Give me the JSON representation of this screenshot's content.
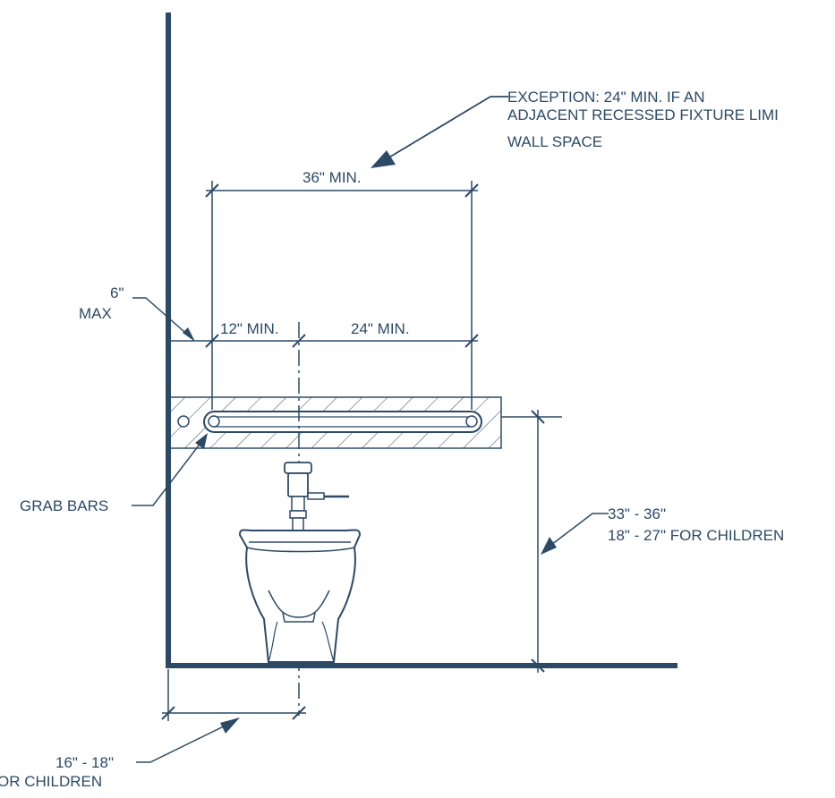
{
  "labels": {
    "exception_line1": "EXCEPTION: 24\" MIN. IF AN",
    "exception_line2": "ADJACENT RECESSED FIXTURE LIMI",
    "exception_line3": "WALL SPACE",
    "dim_36": "36\" MIN.",
    "dim_6": "6\"",
    "dim_6_max": "MAX",
    "dim_12": "12\" MIN.",
    "dim_24": "24\" MIN.",
    "grab_bars": "GRAB BARS",
    "height_adult": "33\" - 36\"",
    "height_children": "18\" - 27\" FOR CHILDREN",
    "centerline_adult": "16\" - 18\"",
    "centerline_children": "OR CHILDREN"
  },
  "colors": {
    "ink": "#2c4a66",
    "background": "#ffffff"
  }
}
